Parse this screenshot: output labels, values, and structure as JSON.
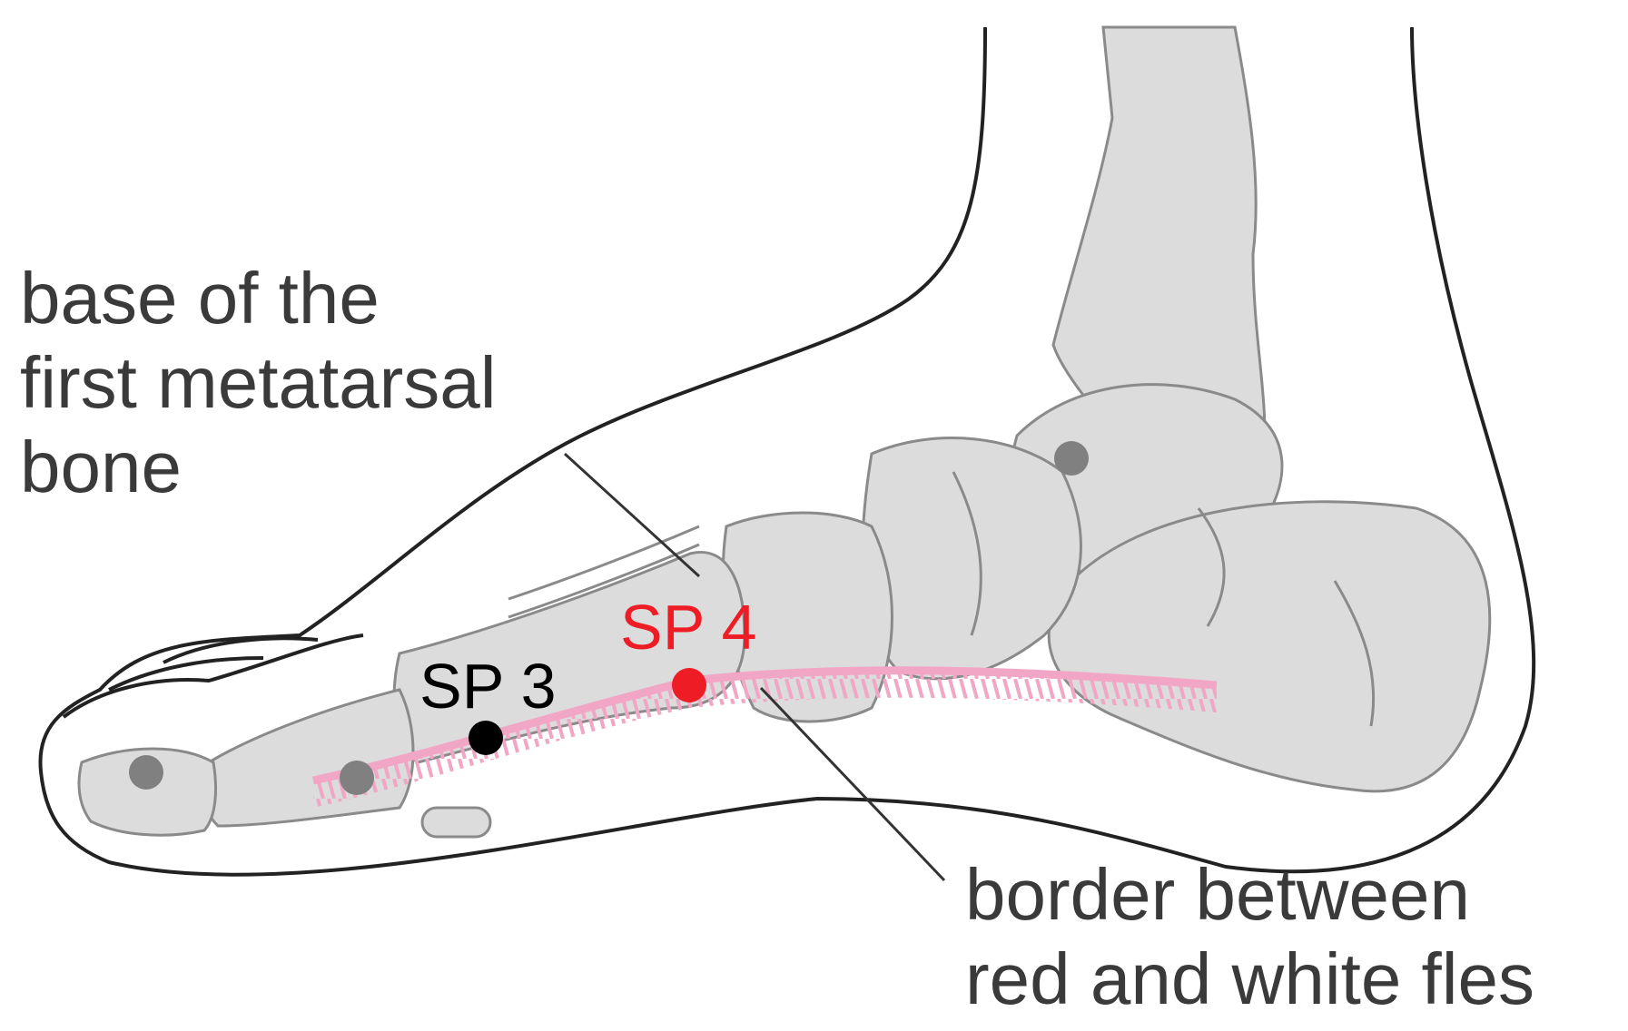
{
  "labels": {
    "base_of_metatarsal": [
      "base of the",
      "first metatarsal",
      "bone"
    ],
    "border_flesh": [
      "border between",
      "red and white fles"
    ]
  },
  "points": {
    "sp3": {
      "label": "SP 3",
      "color": "#000000"
    },
    "sp4": {
      "label": "SP 4",
      "color": "#ee1c25"
    }
  },
  "colors": {
    "bone_fill": "#dcdcdc",
    "bone_stroke": "#8a8a8a",
    "outline": "#222222",
    "meridian": "#f2a6c6",
    "secondary_point": "#808080",
    "leader_line": "#333333"
  }
}
